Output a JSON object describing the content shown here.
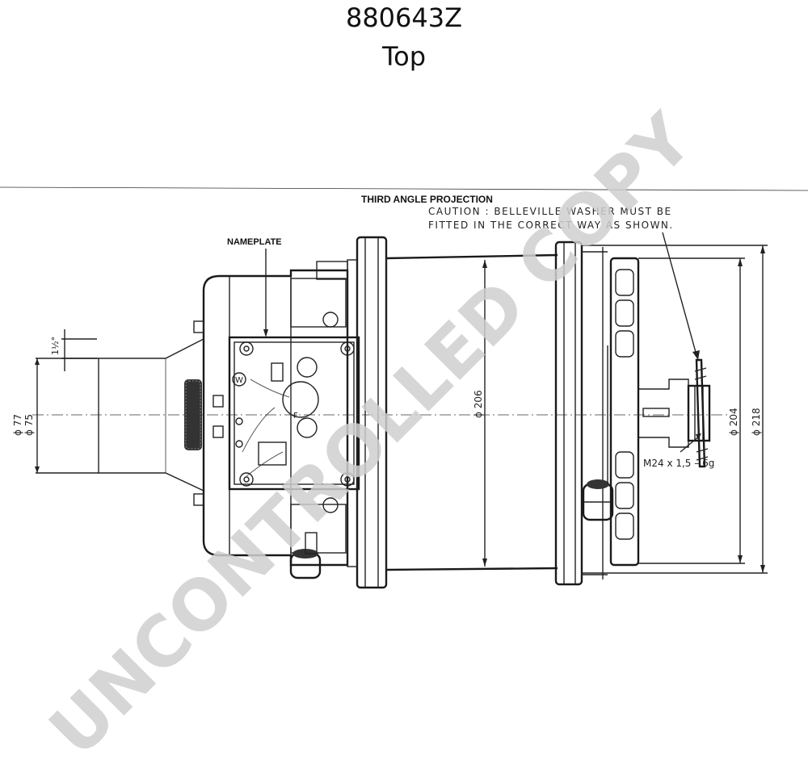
{
  "header": {
    "part_number": "880643Z",
    "view": "Top"
  },
  "drawing": {
    "projection_label": "THIRD ANGLE PROJECTION",
    "caution_line1": "CAUTION : BELLEVILLE WASHER MUST BE",
    "caution_line2": "FITTED IN THE CORRECT WAY AS SHOWN.",
    "nameplate_label": "NAMEPLATE",
    "dimensions": {
      "dia_77": "ϕ 77",
      "dia_75": "ϕ 75",
      "angle": "1½°",
      "dia_206": "ϕ 206",
      "dia_204": "ϕ 204",
      "dia_218": "ϕ 218",
      "thread": "M24 x 1,5 – 6g"
    },
    "terminal_label": "W",
    "terminal_label_f": "F"
  },
  "watermark": {
    "text": "UNCONTROLLED COPY",
    "color": "#cfcfcf"
  }
}
